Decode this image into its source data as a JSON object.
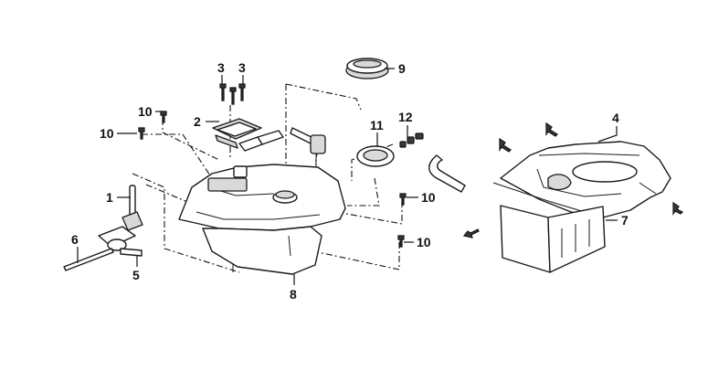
{
  "diagram": {
    "labels": {
      "l1": "1",
      "l2": "2",
      "l3a": "3",
      "l3b": "3",
      "l4": "4",
      "l5": "5",
      "l6": "6",
      "l7": "7",
      "l8": "8",
      "l9": "9",
      "l10a": "10",
      "l10b": "10",
      "l10c": "10",
      "l10d": "10",
      "l11": "11",
      "l12": "12"
    }
  }
}
